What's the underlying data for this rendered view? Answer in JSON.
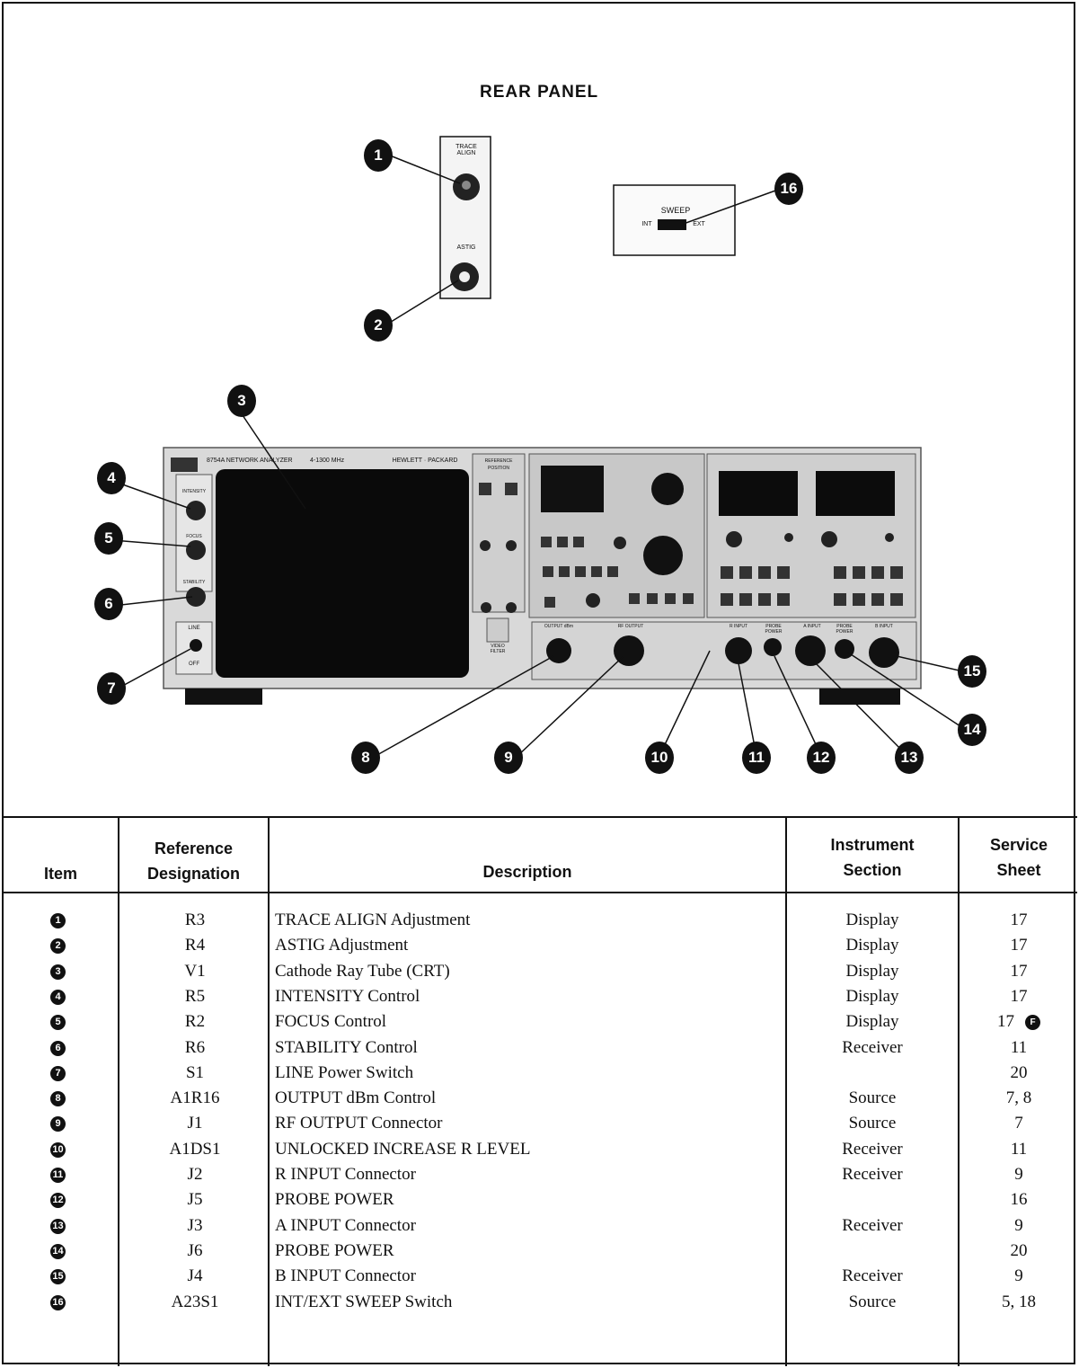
{
  "figure": {
    "title": "REAR PANEL",
    "callout_numbers": [
      "1",
      "2",
      "3",
      "4",
      "5",
      "6",
      "7",
      "8",
      "9",
      "10",
      "11",
      "12",
      "13",
      "14",
      "15",
      "16"
    ],
    "labels": {
      "trace_align": "TRACE ALIGN",
      "astig": "ASTIG",
      "sweep": "SWEEP",
      "int": "INT",
      "ext": "EXT",
      "model": "8754A NETWORK ANALYZER",
      "freq": "4-1300 MHz",
      "brand": "HEWLETT · PACKARD",
      "intensity": "INTENSITY",
      "focus": "FOCUS",
      "stability": "STABILITY",
      "line": "LINE",
      "off": "OFF",
      "output_dbm": "OUTPUT dBm",
      "rf_output": "RF OUTPUT",
      "r_input": "R INPUT",
      "probe_power": "PROBE POWER",
      "a_input": "A INPUT",
      "b_input": "B INPUT",
      "reference": "REFERENCE",
      "position": "POSITION",
      "video_filter": "VIDEO FILTER"
    }
  },
  "table": {
    "headers": {
      "item": "Item",
      "ref_line1": "Reference",
      "ref_line2": "Designation",
      "description": "Description",
      "section_line1": "Instrument",
      "section_line2": "Section",
      "sheet_line1": "Service",
      "sheet_line2": "Sheet"
    },
    "rows": [
      {
        "item": "1",
        "ref": "R3",
        "desc": "TRACE ALIGN Adjustment",
        "section": "Display",
        "sheet": "17"
      },
      {
        "item": "2",
        "ref": "R4",
        "desc": "ASTIG Adjustment",
        "section": "Display",
        "sheet": "17"
      },
      {
        "item": "3",
        "ref": "V1",
        "desc": "Cathode Ray Tube (CRT)",
        "section": "Display",
        "sheet": "17"
      },
      {
        "item": "4",
        "ref": "R5",
        "desc": "INTENSITY Control",
        "section": "Display",
        "sheet": "17"
      },
      {
        "item": "5",
        "ref": "R2",
        "desc": "FOCUS Control",
        "section": "Display",
        "sheet": "17",
        "flag": "F"
      },
      {
        "item": "6",
        "ref": "R6",
        "desc": "STABILITY Control",
        "section": "Receiver",
        "sheet": "11"
      },
      {
        "item": "7",
        "ref": "S1",
        "desc": "LINE Power Switch",
        "section": "",
        "sheet": "20"
      },
      {
        "item": "8",
        "ref": "A1R16",
        "desc": "OUTPUT dBm Control",
        "section": "Source",
        "sheet": "7, 8"
      },
      {
        "item": "9",
        "ref": "J1",
        "desc": "RF OUTPUT Connector",
        "section": "Source",
        "sheet": "7"
      },
      {
        "item": "10",
        "ref": "A1DS1",
        "desc": "UNLOCKED INCREASE R LEVEL",
        "section": "Receiver",
        "sheet": "11"
      },
      {
        "item": "11",
        "ref": "J2",
        "desc": "R INPUT Connector",
        "section": "Receiver",
        "sheet": "9"
      },
      {
        "item": "12",
        "ref": "J5",
        "desc": "PROBE POWER",
        "section": "",
        "sheet": "16"
      },
      {
        "item": "13",
        "ref": "J3",
        "desc": "A INPUT Connector",
        "section": "Receiver",
        "sheet": "9"
      },
      {
        "item": "14",
        "ref": "J6",
        "desc": "PROBE POWER",
        "section": "",
        "sheet": "20"
      },
      {
        "item": "15",
        "ref": "J4",
        "desc": "B INPUT Connector",
        "section": "Receiver",
        "sheet": "9"
      },
      {
        "item": "16",
        "ref": "A23S1",
        "desc": "INT/EXT SWEEP Switch",
        "section": "Source",
        "sheet": "5, 18"
      }
    ]
  }
}
